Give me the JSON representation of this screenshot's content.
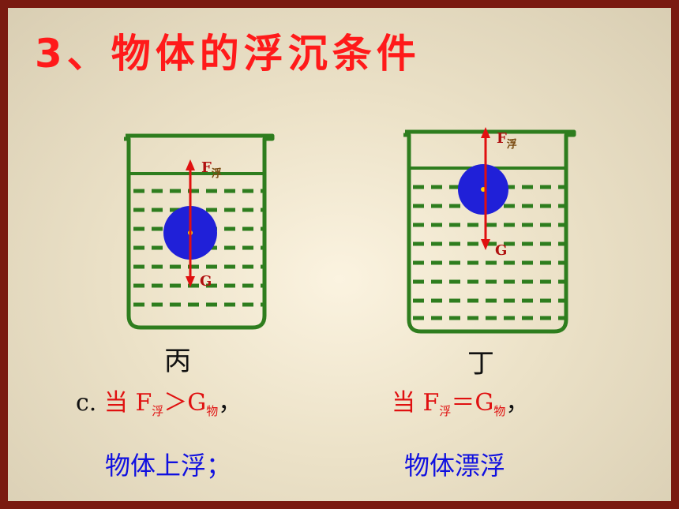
{
  "title": "3、物体的浮沉条件",
  "left": {
    "label": "丙",
    "force_up": "F",
    "force_up_sub": "浮",
    "force_down": "G",
    "prefix": "c.",
    "cond_dang": "当",
    "cond_f": "F",
    "cond_f_sub": "浮",
    "cond_op": "＞",
    "cond_g": "G",
    "cond_g_sub": "物",
    "cond_tail": "，",
    "result": "物体上浮；"
  },
  "right": {
    "label": "丁",
    "force_up": "F",
    "force_up_sub": "浮",
    "force_down": "G",
    "cond_dang": "当",
    "cond_f": "F",
    "cond_f_sub": "浮",
    "cond_op": "＝",
    "cond_g": "G",
    "cond_g_sub": "物",
    "cond_tail": "，",
    "result": "物体漂浮"
  },
  "colors": {
    "frame": "#7a1a10",
    "title": "#ff1a1a",
    "beaker": "#2e7d1e",
    "ball": "#2020d8",
    "arrow": "#e01010",
    "result": "#1010e0"
  }
}
